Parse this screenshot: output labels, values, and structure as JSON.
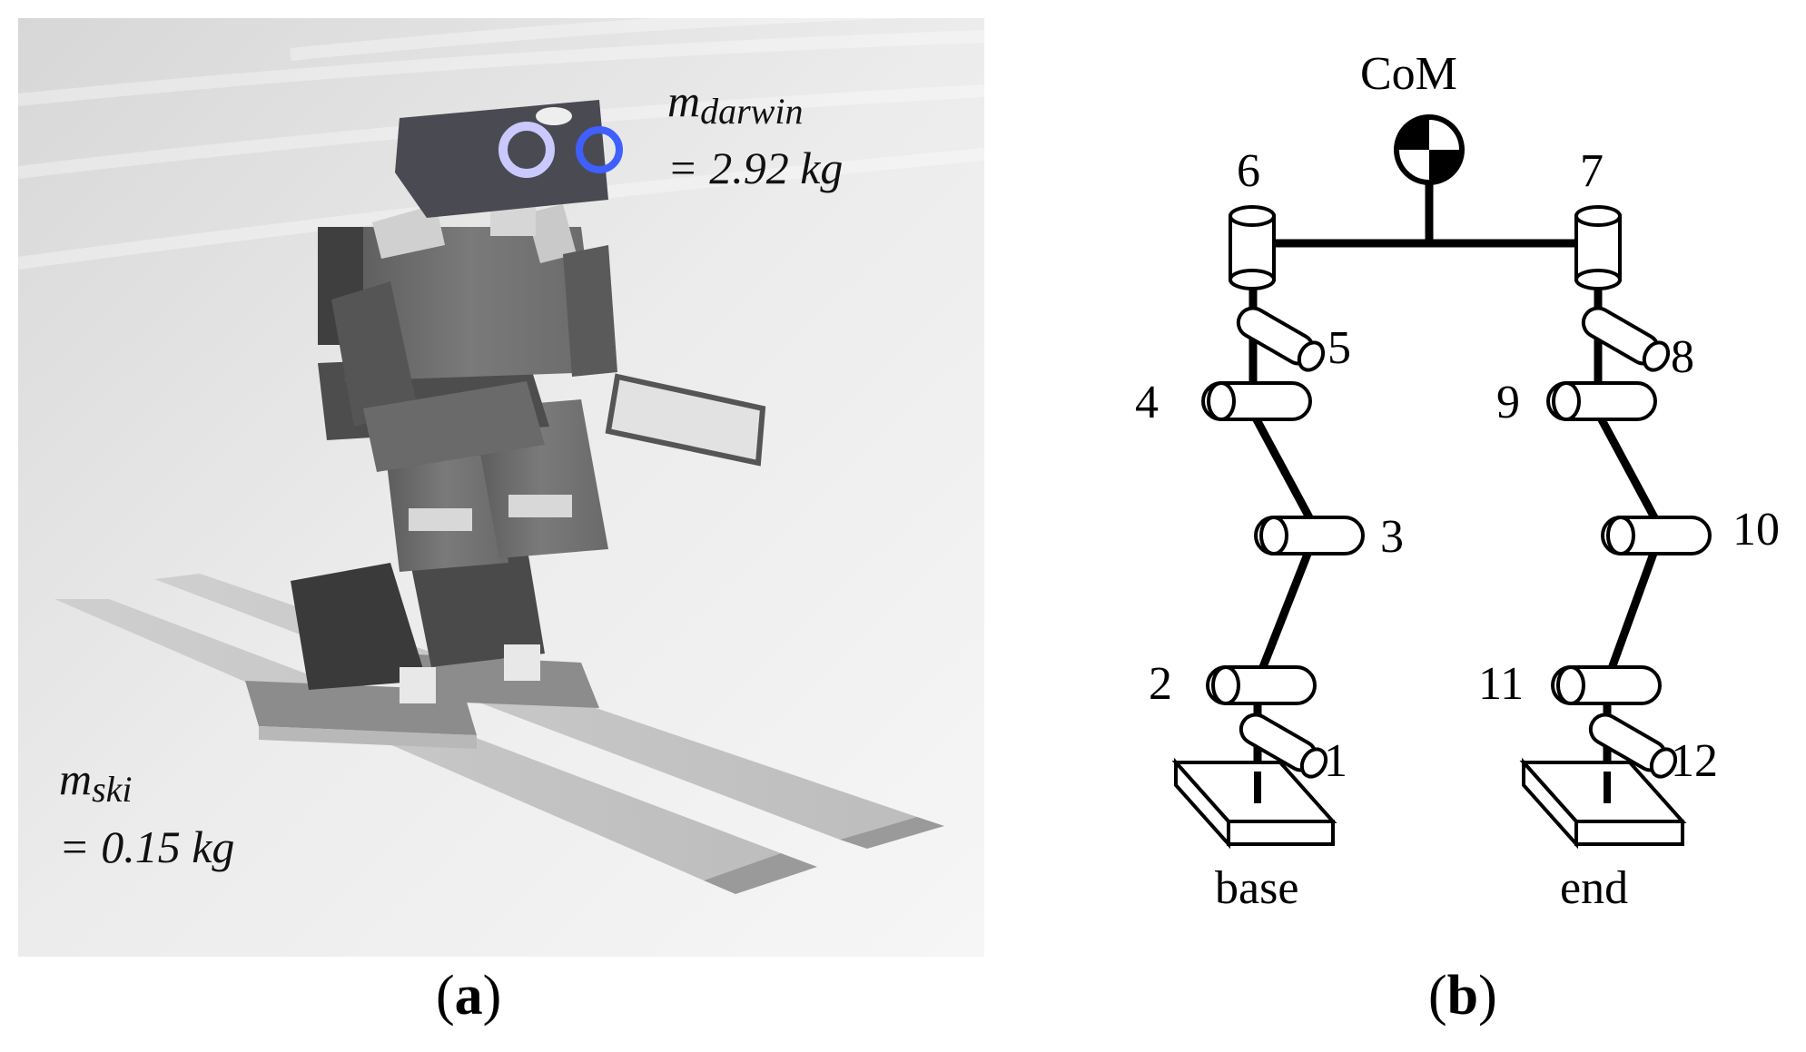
{
  "panel_a": {
    "darwin_symbol": "m",
    "darwin_subscript": "darwin",
    "darwin_value": "= 2.92 kg",
    "ski_symbol": "m",
    "ski_subscript": "ski",
    "ski_value": "= 0.15 kg",
    "caption_open": "(",
    "caption_letter": "a",
    "caption_close": ")"
  },
  "panel_b": {
    "com_label": "CoM",
    "joints": [
      {
        "id": "1",
        "label": "1"
      },
      {
        "id": "2",
        "label": "2"
      },
      {
        "id": "3",
        "label": "3"
      },
      {
        "id": "4",
        "label": "4"
      },
      {
        "id": "5",
        "label": "5"
      },
      {
        "id": "6",
        "label": "6"
      },
      {
        "id": "7",
        "label": "7"
      },
      {
        "id": "8",
        "label": "8"
      },
      {
        "id": "9",
        "label": "9"
      },
      {
        "id": "10",
        "label": "10"
      },
      {
        "id": "11",
        "label": "11"
      },
      {
        "id": "12",
        "label": "12"
      }
    ],
    "base_label": "base",
    "end_label": "end",
    "caption_open": "(",
    "caption_letter": "b",
    "caption_close": ")"
  }
}
